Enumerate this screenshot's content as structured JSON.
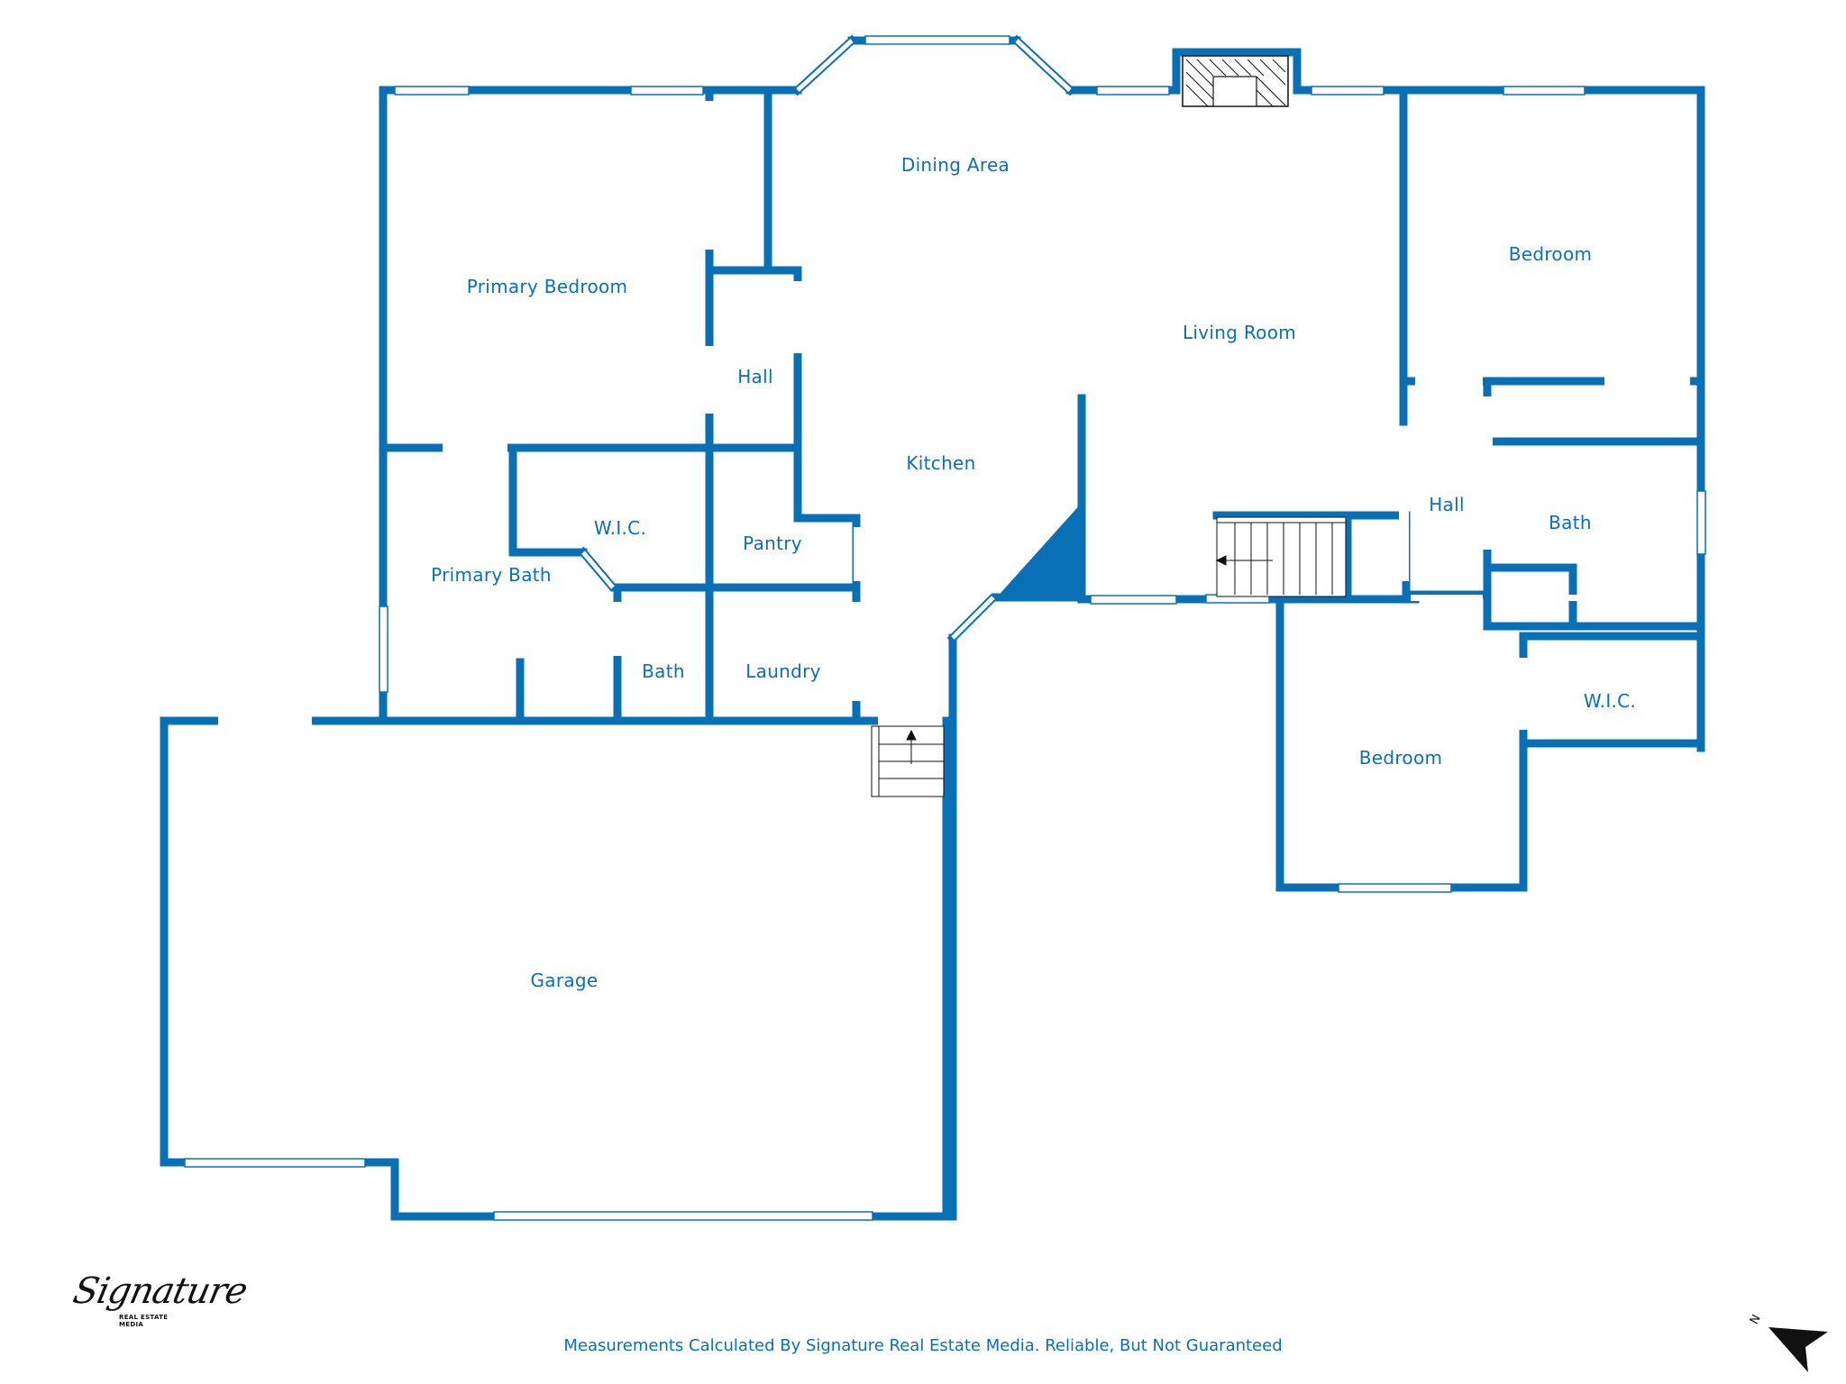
{
  "colors": {
    "wall": "#0a70b6",
    "label": "#0a70b6",
    "window": "#ffffff",
    "ink": "#111111"
  },
  "rooms": [
    {
      "key": "dining_area",
      "label": "Dining Area"
    },
    {
      "key": "primary_bedroom",
      "label": "Primary Bedroom"
    },
    {
      "key": "bedroom_east",
      "label": "Bedroom"
    },
    {
      "key": "living_room",
      "label": "Living Room"
    },
    {
      "key": "hall_west",
      "label": "Hall"
    },
    {
      "key": "kitchen",
      "label": "Kitchen"
    },
    {
      "key": "wic_primary",
      "label": "W.I.C."
    },
    {
      "key": "hall_east",
      "label": "Hall"
    },
    {
      "key": "bath_east",
      "label": "Bath"
    },
    {
      "key": "pantry",
      "label": "Pantry"
    },
    {
      "key": "primary_bath",
      "label": "Primary Bath"
    },
    {
      "key": "bath_small",
      "label": "Bath"
    },
    {
      "key": "laundry",
      "label": "Laundry"
    },
    {
      "key": "wic_east",
      "label": "W.I.C."
    },
    {
      "key": "bedroom_south",
      "label": "Bedroom"
    },
    {
      "key": "garage",
      "label": "Garage"
    }
  ],
  "logo": {
    "script": "Signature",
    "tagline": "REAL ESTATE MEDIA"
  },
  "compass": {
    "letter": "N",
    "icon": "north-arrow-icon"
  },
  "footer": {
    "text": "Measurements Calculated By Signature Real Estate Media. Reliable, But Not Guaranteed"
  }
}
